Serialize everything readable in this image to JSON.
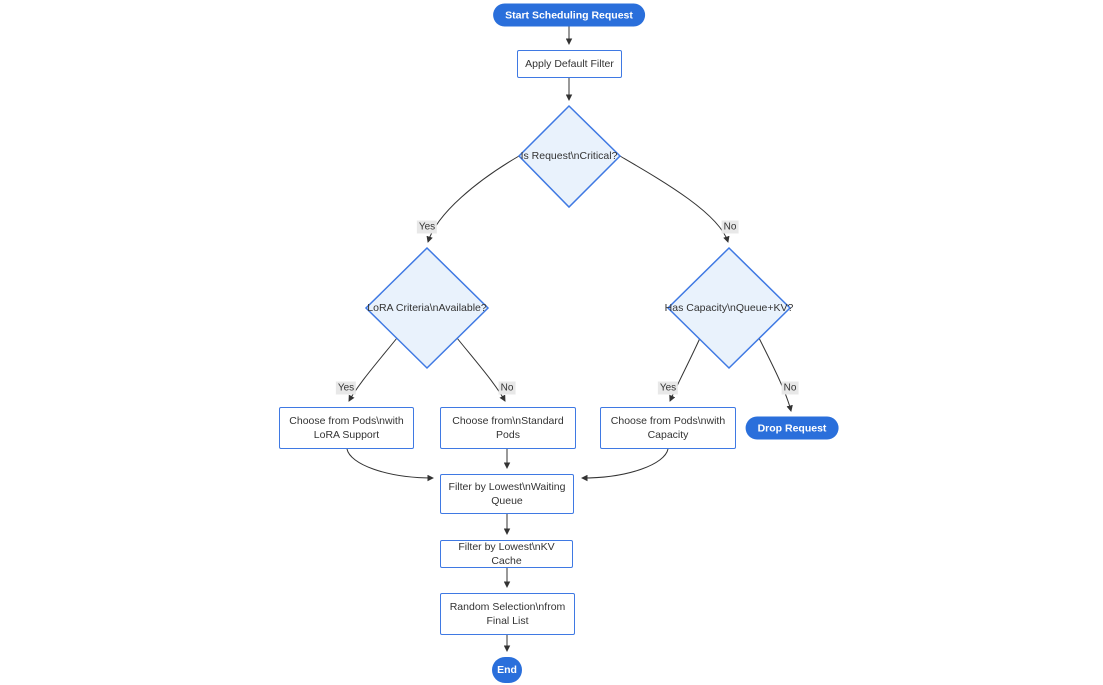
{
  "diagram": {
    "type": "flowchart",
    "background": "#ffffff",
    "colors": {
      "pill_fill": "#2a6fdb",
      "pill_text": "#ffffff",
      "node_fill": "#ffffff",
      "node_border": "#3f79e3",
      "decision_fill": "#e9f2fc",
      "node_text": "#333333",
      "edge_color": "#333333",
      "edge_label_bg": "#e8e8e8"
    },
    "nodes": {
      "start": {
        "type": "pill",
        "label": "Start Scheduling Request"
      },
      "apply_filter": {
        "type": "process",
        "label": "Apply Default Filter"
      },
      "is_critical": {
        "type": "decision",
        "label": "Is Request\\nCritical?"
      },
      "lora_available": {
        "type": "decision",
        "label": "LoRA Criteria\\nAvailable?"
      },
      "has_capacity": {
        "type": "decision",
        "label": "Has Capacity\\nQueue+KV?"
      },
      "choose_lora": {
        "type": "process",
        "label": "Choose from Pods\\nwith LoRA Support"
      },
      "choose_standard": {
        "type": "process",
        "label": "Choose from\\nStandard Pods"
      },
      "choose_capacity": {
        "type": "process",
        "label": "Choose from Pods\\nwith Capacity"
      },
      "drop_request": {
        "type": "pill",
        "label": "Drop Request"
      },
      "filter_waiting": {
        "type": "process",
        "label": "Filter by Lowest\\nWaiting Queue"
      },
      "filter_kv": {
        "type": "process",
        "label": "Filter by Lowest\\nKV Cache"
      },
      "random_selection": {
        "type": "process",
        "label": "Random Selection\\nfrom Final List"
      },
      "end": {
        "type": "pill",
        "label": "End"
      }
    },
    "edges": [
      {
        "from": "start",
        "to": "apply_filter",
        "label": ""
      },
      {
        "from": "apply_filter",
        "to": "is_critical",
        "label": ""
      },
      {
        "from": "is_critical",
        "to": "lora_available",
        "label": "Yes"
      },
      {
        "from": "is_critical",
        "to": "has_capacity",
        "label": "No"
      },
      {
        "from": "lora_available",
        "to": "choose_lora",
        "label": "Yes"
      },
      {
        "from": "lora_available",
        "to": "choose_standard",
        "label": "No"
      },
      {
        "from": "has_capacity",
        "to": "choose_capacity",
        "label": "Yes"
      },
      {
        "from": "has_capacity",
        "to": "drop_request",
        "label": "No"
      },
      {
        "from": "choose_lora",
        "to": "filter_waiting",
        "label": ""
      },
      {
        "from": "choose_standard",
        "to": "filter_waiting",
        "label": ""
      },
      {
        "from": "choose_capacity",
        "to": "filter_waiting",
        "label": ""
      },
      {
        "from": "filter_waiting",
        "to": "filter_kv",
        "label": ""
      },
      {
        "from": "filter_kv",
        "to": "random_selection",
        "label": ""
      },
      {
        "from": "random_selection",
        "to": "end",
        "label": ""
      }
    ]
  }
}
